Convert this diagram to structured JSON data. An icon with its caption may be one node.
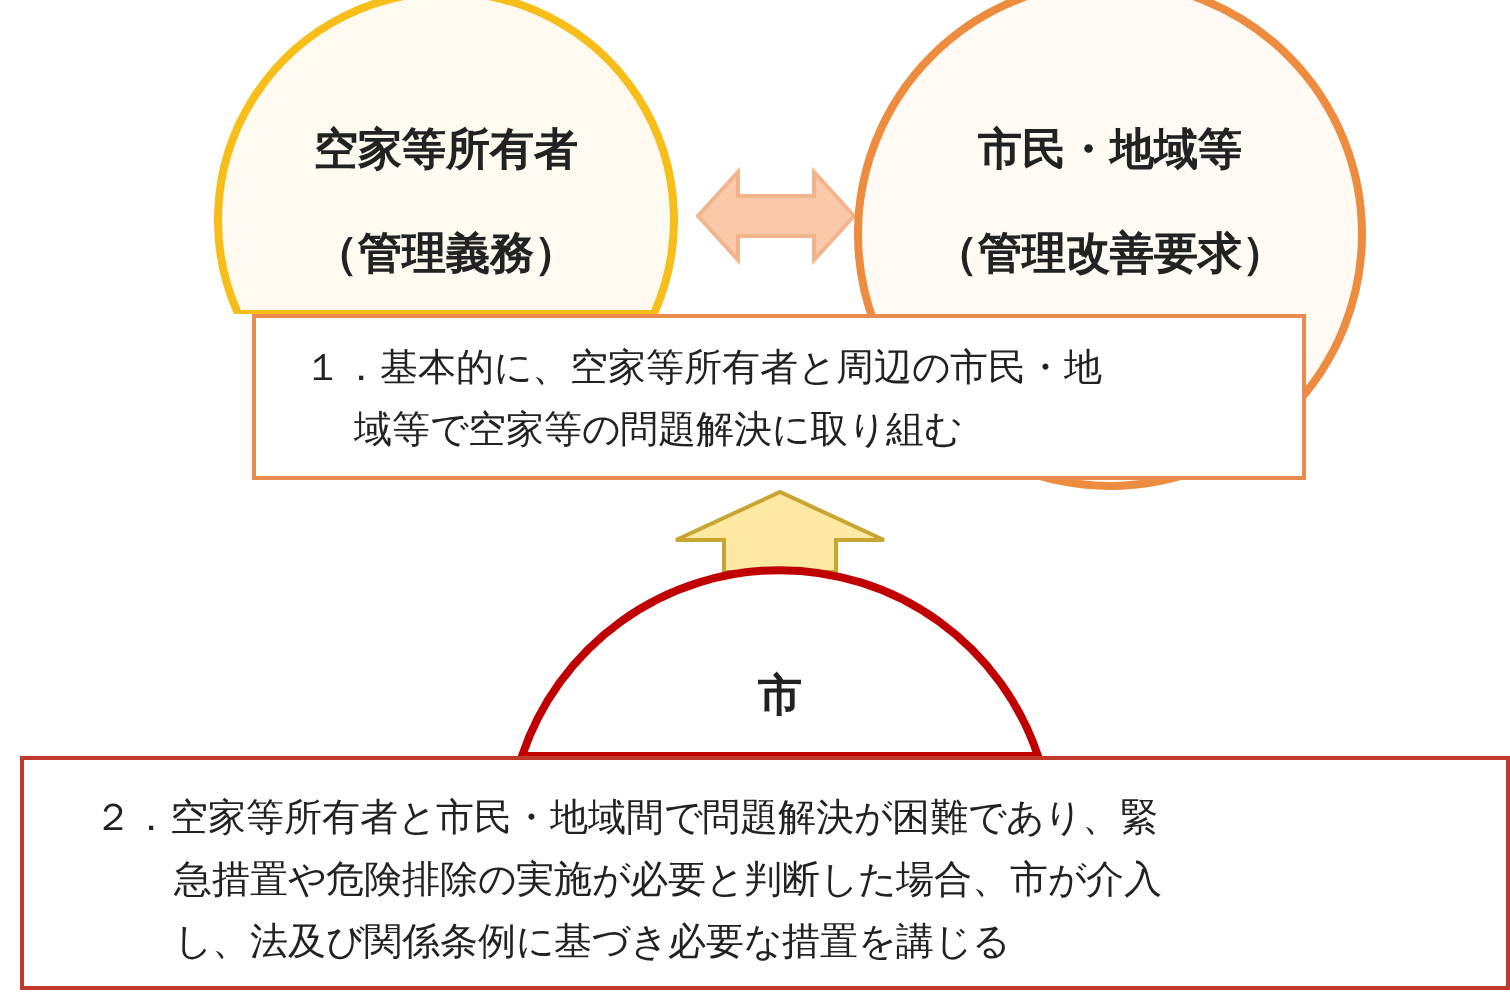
{
  "diagram": {
    "nodes": [
      {
        "text": [
          "空家等所有者",
          "（管理義務）"
        ]
      },
      {
        "text": [
          "市民・地域等",
          "（管理改善要求）"
        ]
      },
      {
        "text": [
          "１．基本的に、空家等所有者と周辺の市民・地域等で空家等の問題解決に取り組む"
        ]
      },
      {
        "text": [
          "市"
        ]
      },
      {
        "text": [
          "２．空家等所有者と市民・地域間で問題解決が困難であり、緊急措置や危険排除の実施が必要と判断した場合、市が介入し、法及び関係条例に基づき必要な措置を講じる"
        ]
      }
    ],
    "edges": [
      {
        "from": 0,
        "to": 1,
        "arrow": "both"
      },
      {
        "from": 3,
        "to": 2,
        "arrow": "to"
      }
    ]
  }
}
